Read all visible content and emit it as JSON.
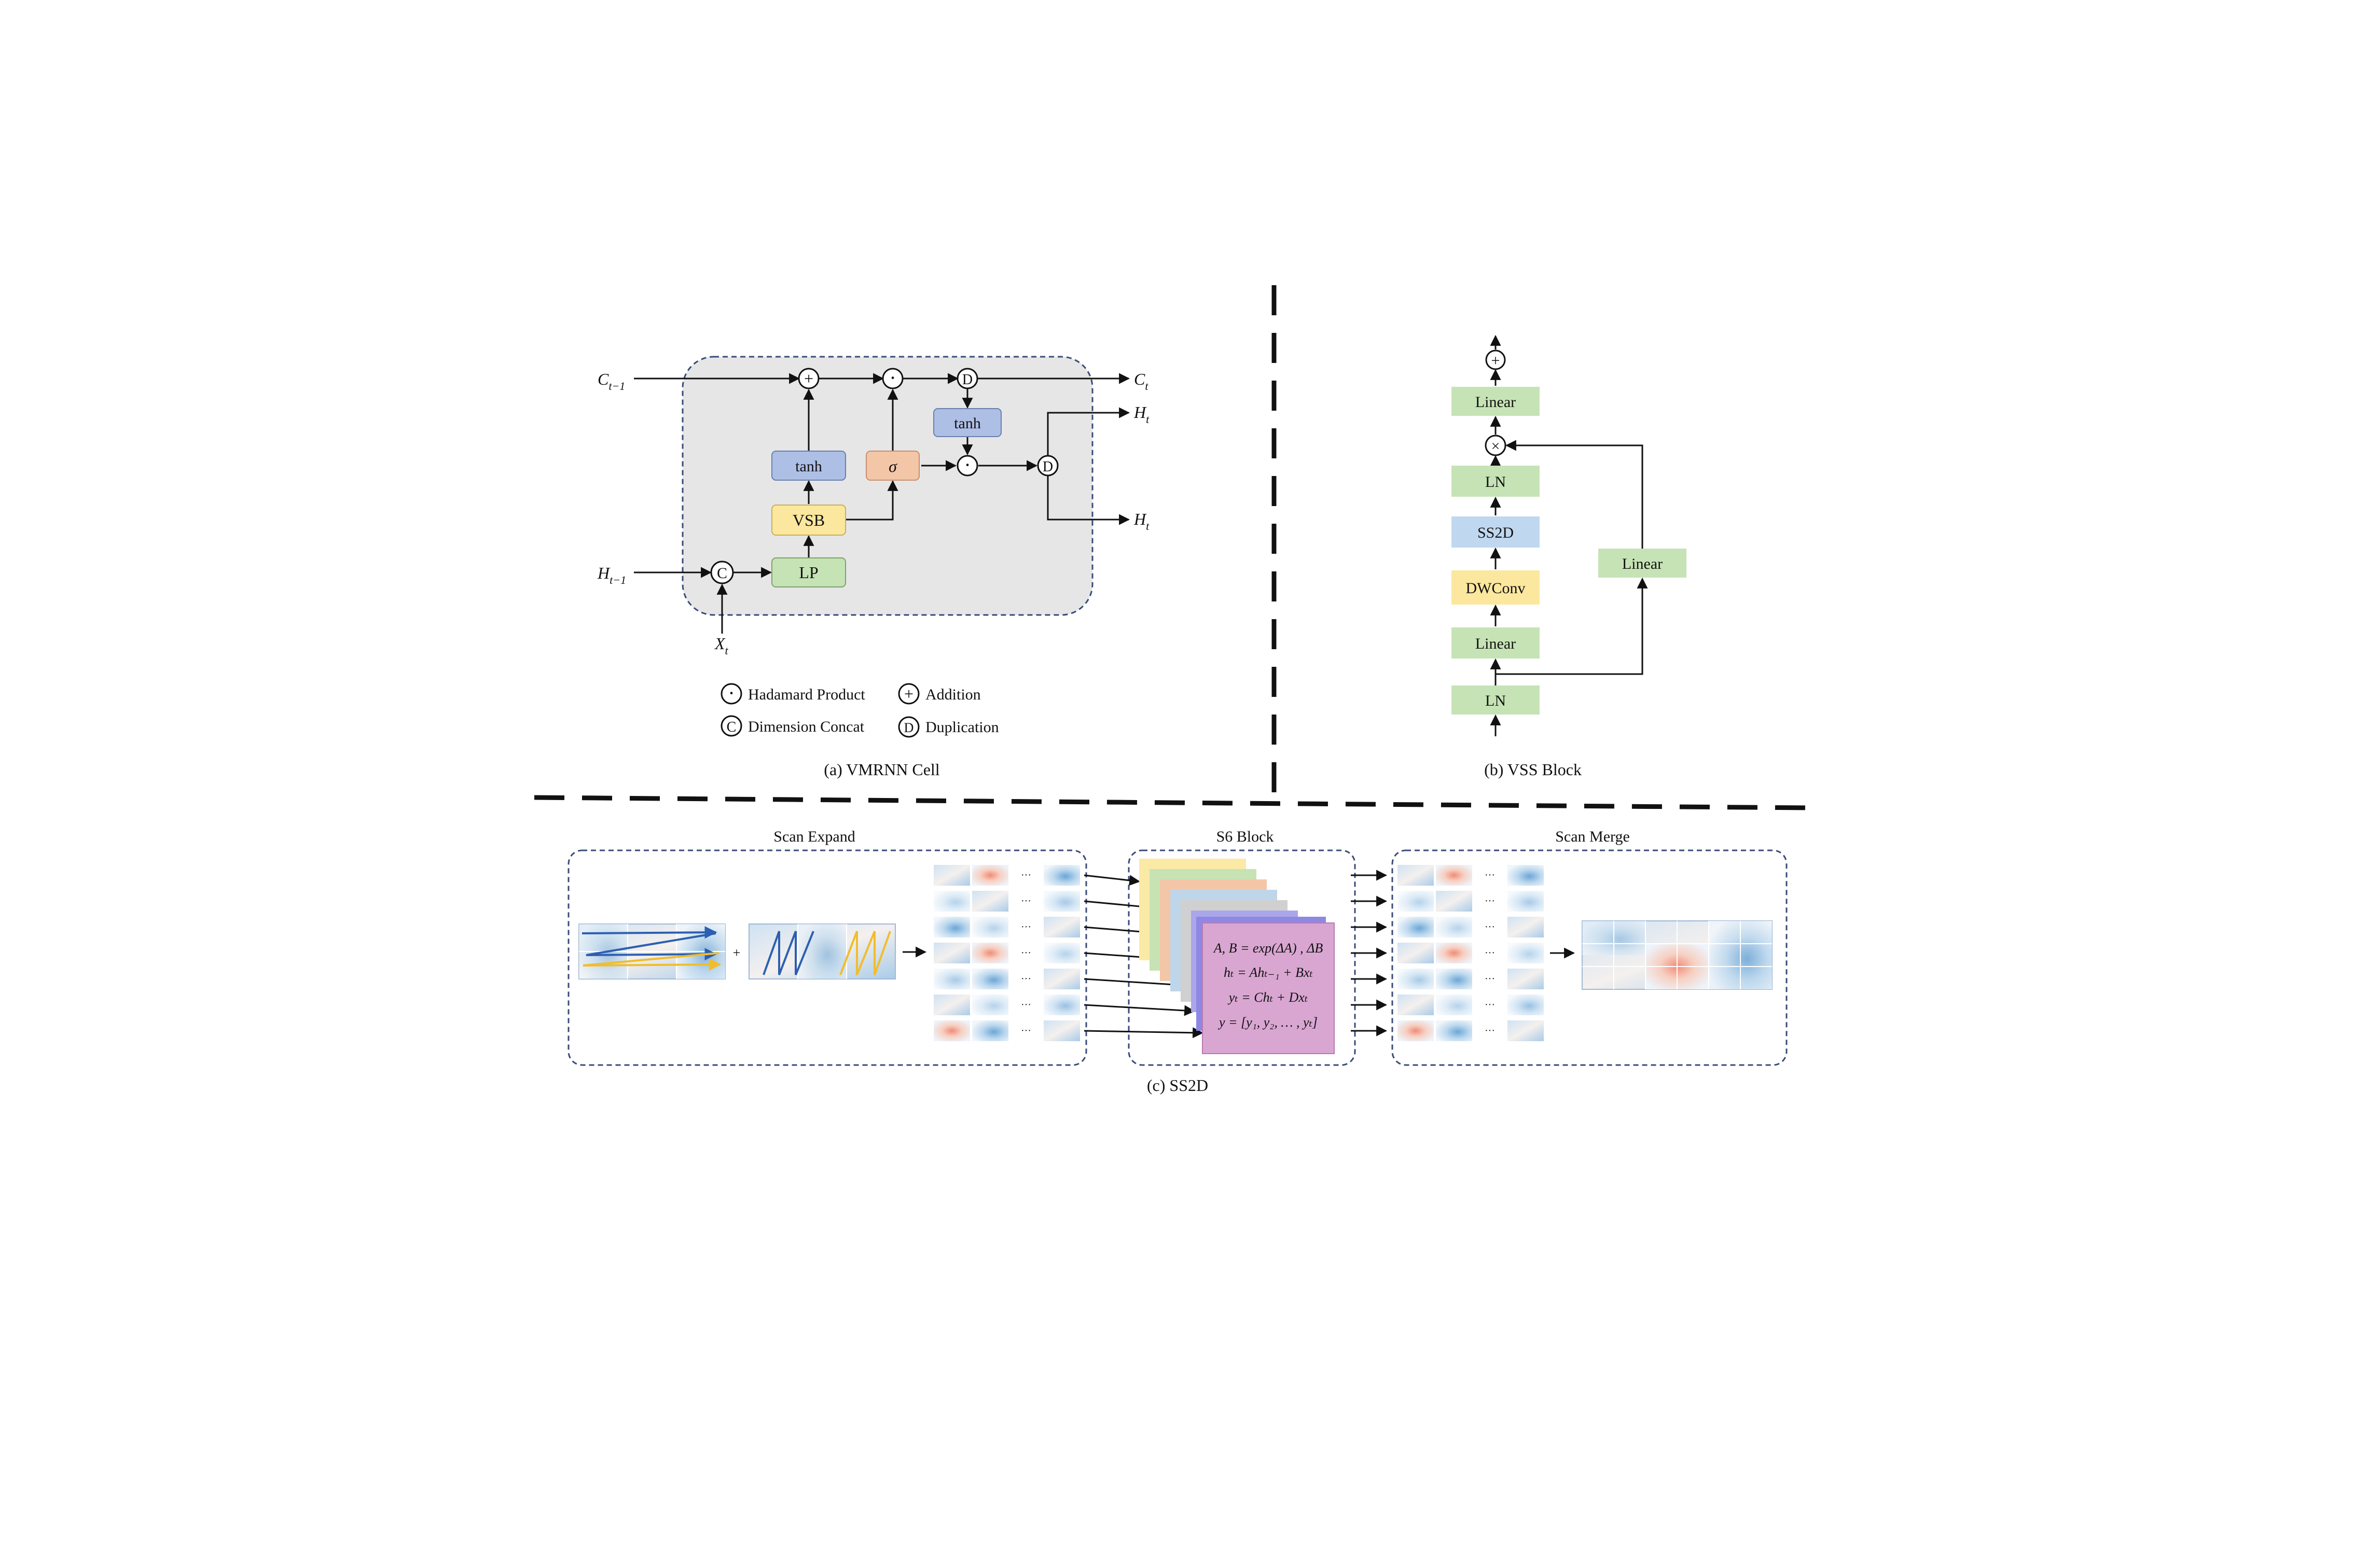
{
  "colors": {
    "green_block": "#c6e3b5",
    "blue_block": "#aebfe6",
    "light_blue_block": "#bfd8ef",
    "yellow_block": "#fbe79e",
    "orange_block": "#f4c6a8",
    "cell_bg": "#e6e6e6",
    "s6_front": "#d9a6d2",
    "s6_layers": [
      "#fbe9a6",
      "#c7e3b4",
      "#f4c6a8",
      "#bfd5ea",
      "#d0d0d0",
      "#a9a7ea",
      "#8e88e4"
    ],
    "scan_blue": "#2d5fb0",
    "scan_yellow": "#f0bd2c",
    "divider": "#111111"
  },
  "vmrnn": {
    "caption": "(a) VMRNN Cell",
    "blocks": {
      "tanh_left": "tanh",
      "sigma": "σ",
      "tanh_right": "tanh",
      "vsb": "VSB",
      "lp": "LP"
    },
    "ops": {
      "add": "+",
      "hadamard": "·",
      "dup": "D",
      "concat": "C"
    },
    "labels": {
      "c_prev": "C",
      "c_prev_sub": "t−1",
      "h_prev": "H",
      "h_prev_sub": "t−1",
      "x_t": "X",
      "x_t_sub": "t",
      "c_t": "C",
      "c_t_sub": "t",
      "h_t1": "H",
      "h_t1_sub": "t",
      "h_t2": "H",
      "h_t2_sub": "t"
    },
    "legend": {
      "hadamard": "Hadamard Product",
      "addition": "Addition",
      "concat": "Dimension Concat",
      "duplication": "Duplication"
    }
  },
  "vss": {
    "caption": "(b) VSS Block",
    "blocks": {
      "linear_top": "Linear",
      "ln_mid": "LN",
      "ss2d": "SS2D",
      "dwconv": "DWConv",
      "linear_low": "Linear",
      "ln_bottom": "LN",
      "linear_side": "Linear"
    },
    "ops": {
      "add": "+",
      "mult": "×"
    }
  },
  "ss2d": {
    "caption": "(c) SS2D",
    "scan_expand_title": "Scan Expand",
    "s6_title": "S6 Block",
    "scan_merge_title": "Scan Merge",
    "ellipsis": "···",
    "plus": "+",
    "equations": [
      "A, B = exp(ΔA) , ΔB",
      "hₜ = Ahₜ₋₁ + Bxₜ",
      "yₜ = Chₜ + Dxₜ",
      "y = [y₁, y₂, … , yₜ]"
    ]
  }
}
